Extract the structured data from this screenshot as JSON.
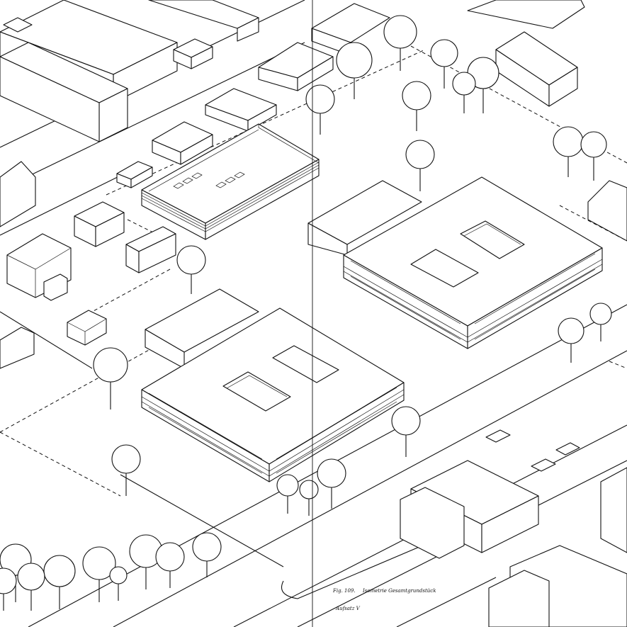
{
  "caption": {
    "figure": "Fig. 109.",
    "title": "Isometrie Gesamtgrundstück",
    "section": "Aufsatz V"
  }
}
